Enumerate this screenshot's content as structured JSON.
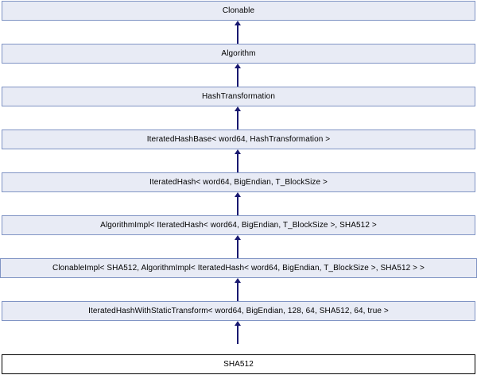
{
  "diagram": {
    "type": "class-inheritance",
    "direction": "bottom-up",
    "title": "SHA512 inheritance diagram",
    "edge_kind": "inheritance-arrow",
    "colors": {
      "ancestor_fill": "#e8ebf5",
      "ancestor_border": "#8094c4",
      "current_fill": "#ffffff",
      "current_border": "#000000",
      "edge": "#191970",
      "text": "#000000"
    },
    "nodes": [
      {
        "label": "Clonable",
        "role": "ancestor",
        "level": 0
      },
      {
        "label": "Algorithm",
        "role": "ancestor",
        "level": 1
      },
      {
        "label": "HashTransformation",
        "role": "ancestor",
        "level": 2
      },
      {
        "label": "IteratedHashBase< word64, HashTransformation >",
        "role": "ancestor",
        "level": 3
      },
      {
        "label": "IteratedHash< word64, BigEndian, T_BlockSize >",
        "role": "ancestor",
        "level": 4
      },
      {
        "label": "AlgorithmImpl< IteratedHash< word64, BigEndian, T_BlockSize >, SHA512 >",
        "role": "ancestor",
        "level": 5
      },
      {
        "label": "ClonableImpl< SHA512, AlgorithmImpl< IteratedHash< word64, BigEndian, T_BlockSize >, SHA512 > >",
        "role": "ancestor",
        "level": 6
      },
      {
        "label": "IteratedHashWithStaticTransform< word64, BigEndian, 128, 64, SHA512, 64, true >",
        "role": "ancestor",
        "level": 7
      },
      {
        "label": "SHA512",
        "role": "current",
        "level": 8
      }
    ]
  }
}
